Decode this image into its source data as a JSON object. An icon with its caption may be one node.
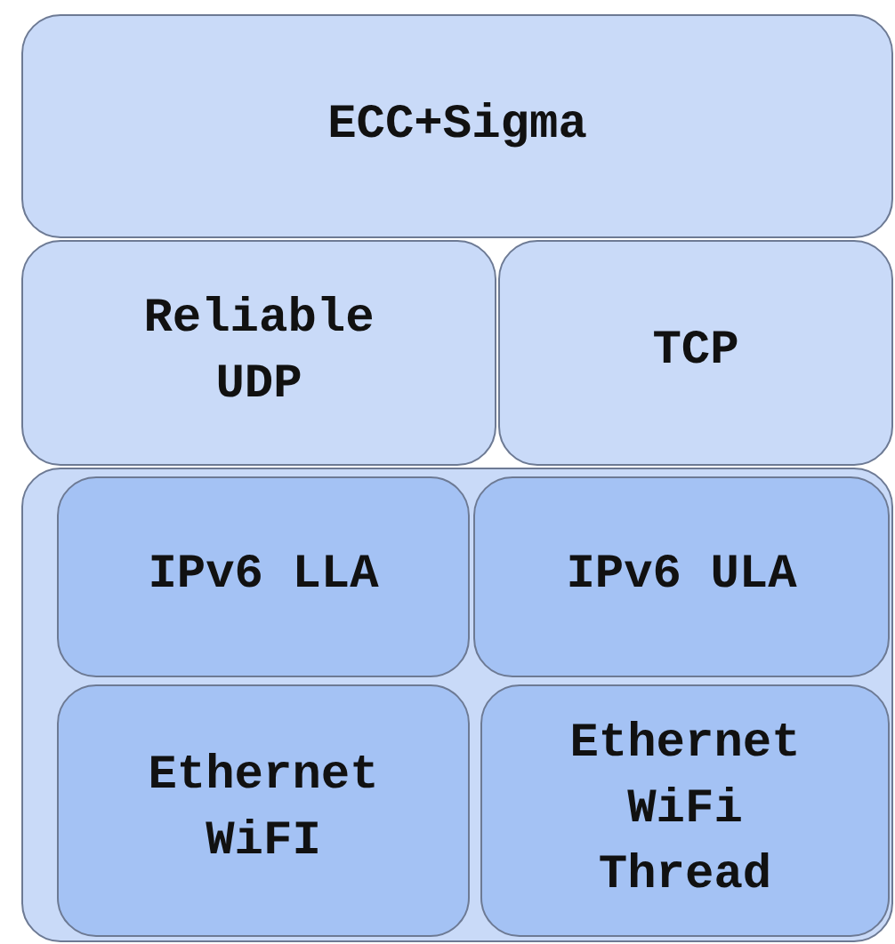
{
  "diagram": {
    "nodes": [
      {
        "text": [
          "ECC+Sigma"
        ]
      },
      {
        "text": [
          "Reliable UDP"
        ]
      },
      {
        "text": [
          "TCP"
        ]
      },
      {
        "text": [],
        "shape": "box"
      },
      {
        "text": [
          "IPv6 LLA"
        ],
        "in": 3
      },
      {
        "text": [
          "IPv6 ULA"
        ],
        "in": 3
      },
      {
        "text": [
          "Ethernet WiFI"
        ],
        "in": 3
      },
      {
        "text": [
          "Ethernet WiFi Thread"
        ],
        "in": 3
      }
    ]
  }
}
